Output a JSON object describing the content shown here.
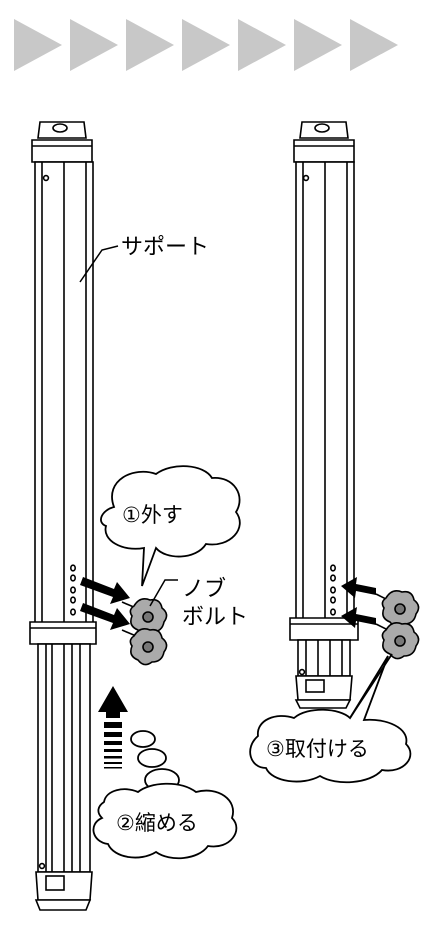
{
  "labels": {
    "support": "サポート",
    "knob_line1": "ノブ",
    "knob_line2": "ボルト",
    "step1": "①外す",
    "step2": "②縮める",
    "step3": "③取付ける"
  },
  "colors": {
    "chevron": "#c8c8c8",
    "line": "#000000",
    "background": "#ffffff"
  }
}
